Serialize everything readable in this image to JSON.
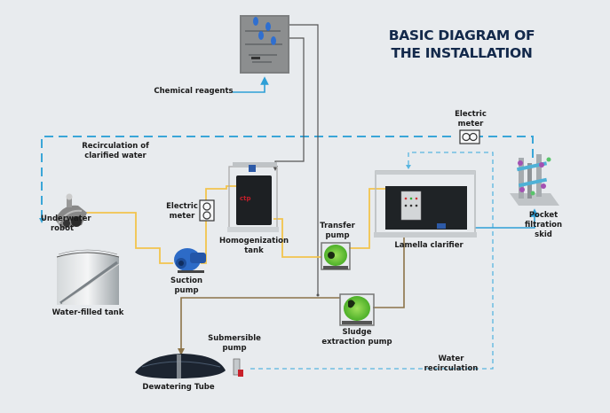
{
  "title": "BASIC DIAGRAM OF\nTHE INSTALLATION",
  "colors": {
    "background": "#e8ebee",
    "title": "#13294b",
    "water_line_dashed": "#3aa6d8",
    "water_line_solid": "#2e9fd6",
    "feed_line": "#f2c44d",
    "chemical_line": "#555555",
    "sludge_line": "#8b7348"
  },
  "components": [
    {
      "id": "chemical-reagents-panel",
      "label": "Chemical reagents"
    },
    {
      "id": "underwater-robot",
      "label": "Underwater\nrobot"
    },
    {
      "id": "electric-meter-left",
      "label": "Electric\nmeter"
    },
    {
      "id": "suction-pump",
      "label": "Suction pump"
    },
    {
      "id": "homogenization-tank",
      "label": "Homogenization\ntank"
    },
    {
      "id": "transfer-pump",
      "label": "Transfer\npump"
    },
    {
      "id": "lamella-clarifier",
      "label": "Lamella clarifier"
    },
    {
      "id": "electric-meter-right",
      "label": "Electric\nmeter"
    },
    {
      "id": "pocket-filtration-skid",
      "label": "Pocket\nfiltration\nskid"
    },
    {
      "id": "water-filled-tank",
      "label": "Water-filled tank"
    },
    {
      "id": "sludge-extraction-pump",
      "label": "Sludge\nextraction pump"
    },
    {
      "id": "submersible-pump",
      "label": "Submersible\npump"
    },
    {
      "id": "dewatering-tube",
      "label": "Dewatering Tube"
    }
  ],
  "flow_labels": {
    "recirculation_clarified": "Recirculation of\nclarified water",
    "water_recirculation": "Water recirculation"
  },
  "edges": [
    {
      "from": "underwater-robot",
      "to": "suction-pump",
      "type": "feed"
    },
    {
      "from": "suction-pump",
      "to": "homogenization-tank",
      "type": "feed",
      "via": "electric-meter-left"
    },
    {
      "from": "homogenization-tank",
      "to": "transfer-pump",
      "type": "feed"
    },
    {
      "from": "transfer-pump",
      "to": "lamella-clarifier",
      "type": "feed"
    },
    {
      "from": "chemical-reagents-panel",
      "to": "homogenization-tank",
      "type": "chemical"
    },
    {
      "from": "chemical-reagents-panel",
      "to": "sludge-line",
      "type": "chemical"
    },
    {
      "from": "lamella-clarifier",
      "to": "sludge-extraction-pump",
      "type": "sludge"
    },
    {
      "from": "sludge-extraction-pump",
      "to": "dewatering-tube",
      "type": "sludge"
    },
    {
      "from": "lamella-clarifier",
      "to": "pocket-filtration-skid",
      "type": "water"
    },
    {
      "from": "pocket-filtration-skid",
      "to": "underwater-robot",
      "type": "recirculation",
      "via": "electric-meter-right"
    },
    {
      "from": "submersible-pump",
      "to": "lamella-clarifier",
      "type": "water-recirculation"
    },
    {
      "from": "reagent-input",
      "to": "chemical-reagents-panel",
      "type": "reagent-input"
    }
  ]
}
